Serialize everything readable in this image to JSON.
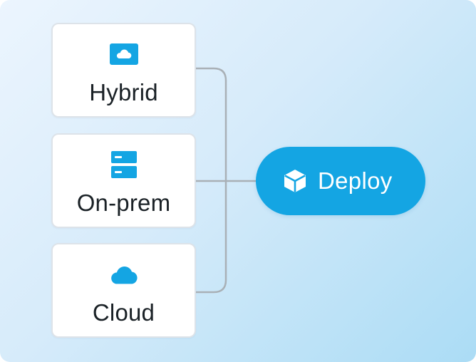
{
  "nodes": {
    "hybrid": {
      "label": "Hybrid",
      "icon": "cloud-box-icon"
    },
    "onprem": {
      "label": "On-prem",
      "icon": "server-stack-icon"
    },
    "cloud": {
      "label": "Cloud",
      "icon": "cloud-icon"
    }
  },
  "target": {
    "label": "Deploy",
    "icon": "cube-icon"
  },
  "colors": {
    "accent": "#14a5e3",
    "connector": "#a9b0b6",
    "card_border": "#dde3e9",
    "text": "#1a2126"
  }
}
